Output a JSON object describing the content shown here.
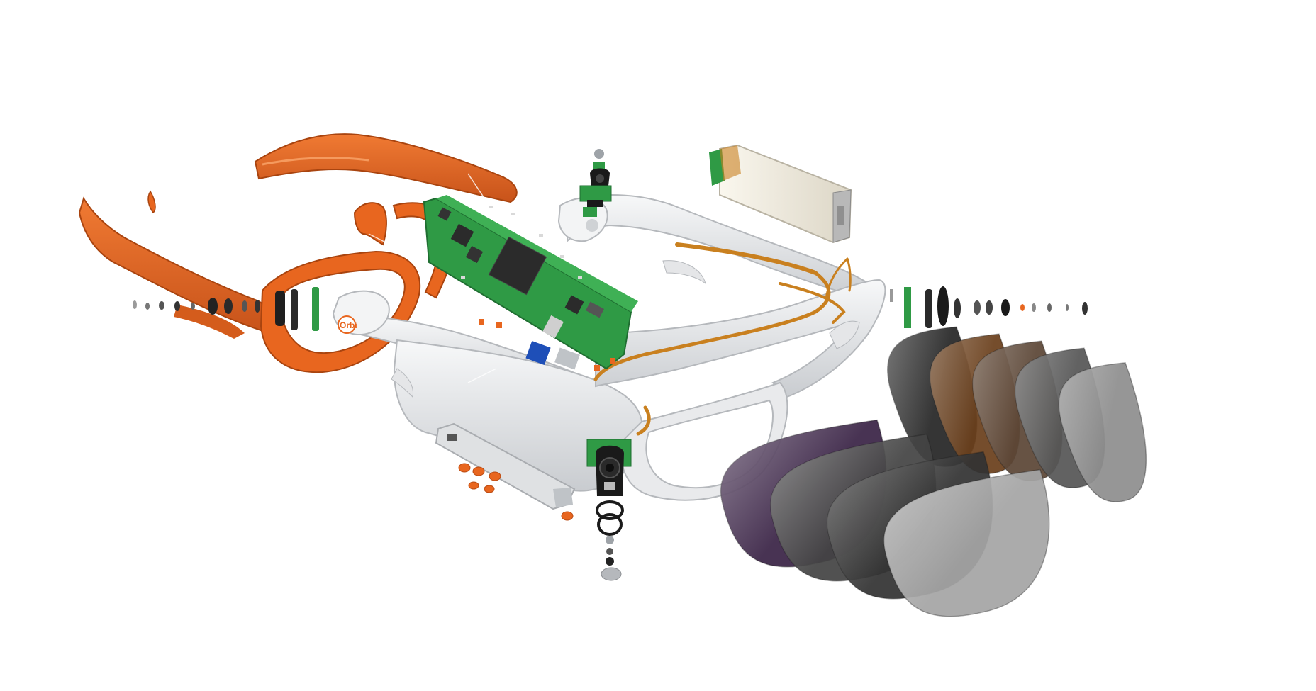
{
  "logo": {
    "text": "Orbi"
  },
  "colors": {
    "background": "#ffffff",
    "orange_frame": "#e8661f",
    "orange_shadow": "#b94a12",
    "white_frame": "#ecedef",
    "white_frame_shade": "#c7cacd",
    "pcb_green": "#2f9a45",
    "pcb_dark": "#1f6e31",
    "chip": "#2b2b2b",
    "sd_blue": "#1e4fb8",
    "flex_cable": "#c9801f",
    "battery_body": "#f3efe3",
    "battery_end": "#b8b8b8",
    "camera_black": "#1a1a1a",
    "metal": "#9ea3a8"
  },
  "lenses": [
    {
      "name": "smoke-black",
      "color": "#262626"
    },
    {
      "name": "amber-brown",
      "color": "#6a3f1c"
    },
    {
      "name": "bronze",
      "color": "#5b4636"
    },
    {
      "name": "grey",
      "color": "#565656"
    },
    {
      "name": "light-grey",
      "color": "#8e8e8e"
    },
    {
      "name": "violet-mirror",
      "color": "#3a2446"
    },
    {
      "name": "dark-grey",
      "color": "#444444"
    },
    {
      "name": "charcoal",
      "color": "#333333"
    },
    {
      "name": "silver",
      "color": "#a5a5a5"
    }
  ]
}
